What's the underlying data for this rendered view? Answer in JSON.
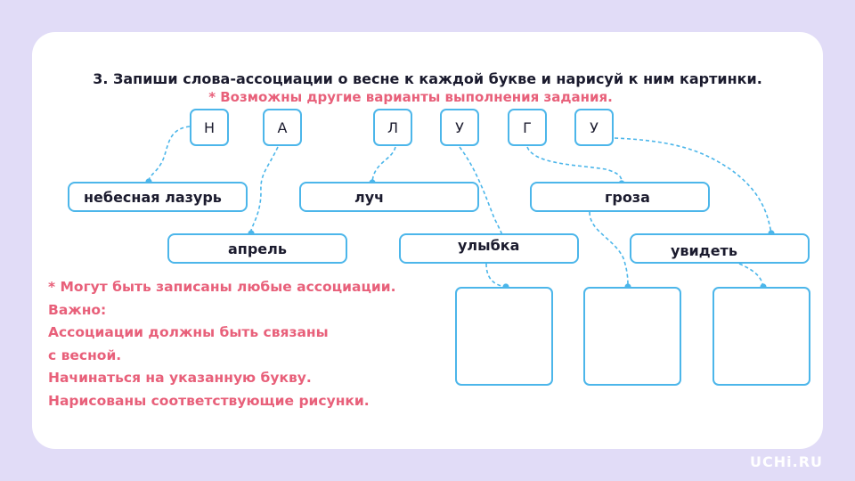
{
  "task": {
    "title": "3. Запиши слова-ассоциации о весне к каждой букве и нарисуй к ним картинки.",
    "subtitle": "* Возможны другие варианты выполнения задания."
  },
  "letters": [
    "Н",
    "А",
    "Л",
    "У",
    "Г",
    "У"
  ],
  "words": [
    "небесная лазурь",
    "апрель",
    "луч",
    "улыбка",
    "гроза",
    "увидеть"
  ],
  "notes": [
    "* Могут быть  записаны любые ассоциации.",
    "Важно:",
    "Ассоциации должны быть связаны",
    "с весной.",
    "Начинаться на указанную букву.",
    "Нарисованы соответствующие рисунки."
  ],
  "picture_boxes": [
    {
      "content": ""
    },
    {
      "content": ""
    },
    {
      "content": ""
    }
  ],
  "branding": {
    "logo": "UCHi.RU"
  },
  "colors": {
    "background": "#e1dcf7",
    "card": "#ffffff",
    "accent": "#4cb6ea",
    "highlight": "#e8607a",
    "text": "#1b1b2e"
  }
}
